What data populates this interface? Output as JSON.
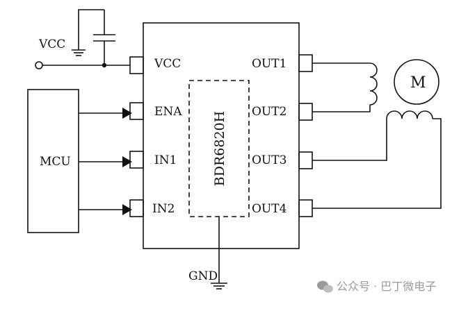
{
  "diagram": {
    "chip_name": "BDR6820H",
    "supply_label": "VCC",
    "mcu_label": "MCU",
    "gnd_label": "GND",
    "motor_label": "M",
    "pins_left": [
      "VCC",
      "ENA",
      "IN1",
      "IN2"
    ],
    "pins_right": [
      "OUT1",
      "OUT2",
      "OUT3",
      "OUT4"
    ]
  },
  "watermark": {
    "text": "公众号 · 巴丁微电子"
  },
  "colors": {
    "line": "#111111",
    "watermark": "#9a9a9a"
  }
}
